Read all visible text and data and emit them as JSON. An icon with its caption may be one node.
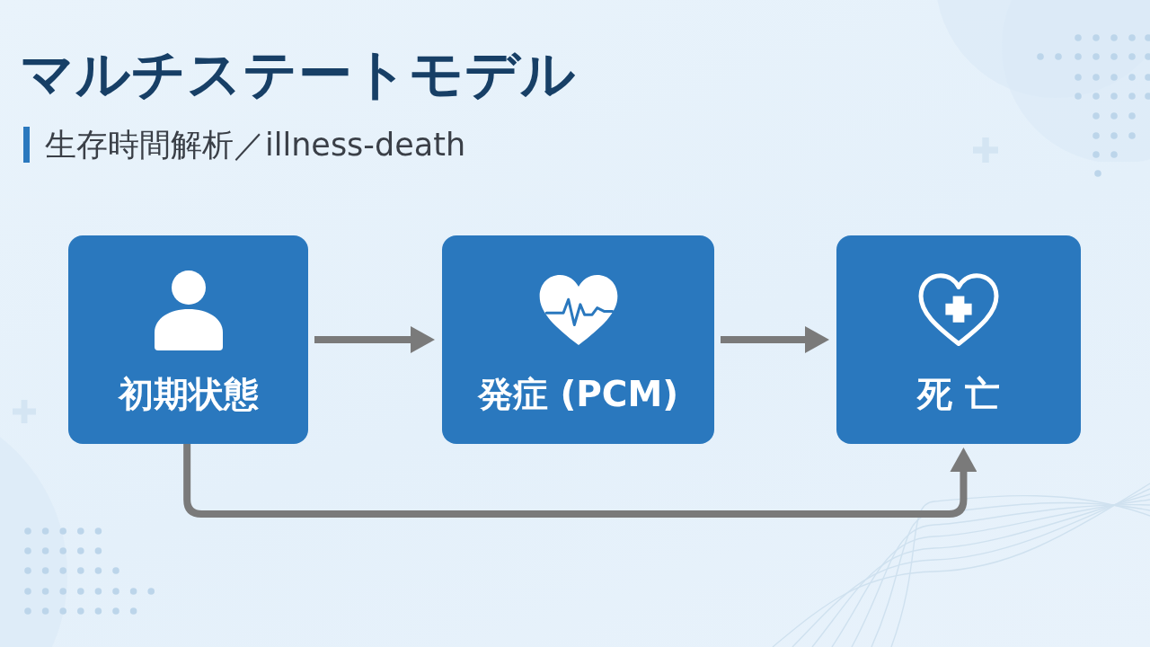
{
  "diagram": {
    "title": "マルチステートモデル",
    "nodes": [
      {
        "text": [
          "初期状態"
        ]
      },
      {
        "text": [
          "発症 (PCM)"
        ]
      },
      {
        "text": [
          "死 亡"
        ]
      }
    ],
    "edges": [
      {
        "from": 0,
        "to": 1,
        "arrow": "to"
      },
      {
        "from": 1,
        "to": 2,
        "arrow": "to"
      },
      {
        "from": 0,
        "to": 2,
        "arrow": "to"
      }
    ],
    "labels": [
      "生存時間解析／illness-death"
    ]
  }
}
